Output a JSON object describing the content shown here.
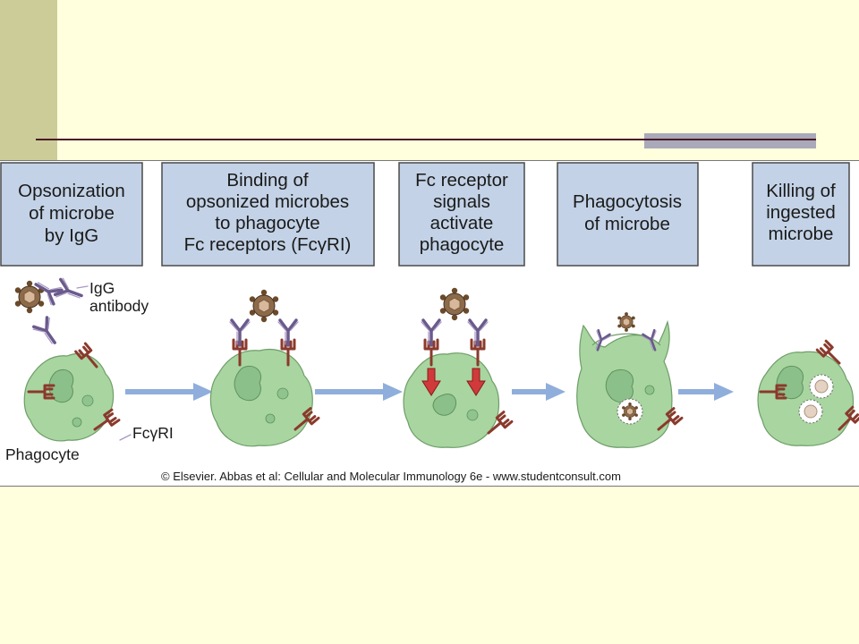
{
  "steps": [
    {
      "lines": [
        "Opsonization",
        "of microbe",
        "by IgG"
      ]
    },
    {
      "lines": [
        "Binding of",
        "opsonized microbes",
        "to phagocyte",
        "Fc receptors (FcγRI)"
      ]
    },
    {
      "lines": [
        "Fc receptor",
        "signals",
        "activate",
        "phagocyte"
      ]
    },
    {
      "lines": [
        "Phagocytosis",
        "of microbe"
      ]
    },
    {
      "lines": [
        "Killing of",
        "ingested",
        "microbe"
      ]
    }
  ],
  "labels": {
    "antibody_line1": "IgG",
    "antibody_line2": "antibody",
    "receptor": "FcγRI",
    "cell": "Phagocyte"
  },
  "credit": "© Elsevier. Abbas et al: Cellular and Molecular Immunology 6e - www.studentconsult.com",
  "colors": {
    "slide_background": "#FFFFDD",
    "sidebar": "#CCCC99",
    "step_box": "#C3D2E6",
    "phagocyte": "#A9D5A0",
    "fc_receptor": "#8A3A2C",
    "antibody": "#6A5A8C",
    "flow_arrow": "#8FAEDB",
    "signal_arrow": "#D03A3A",
    "microbe": "#8B6B4A"
  }
}
